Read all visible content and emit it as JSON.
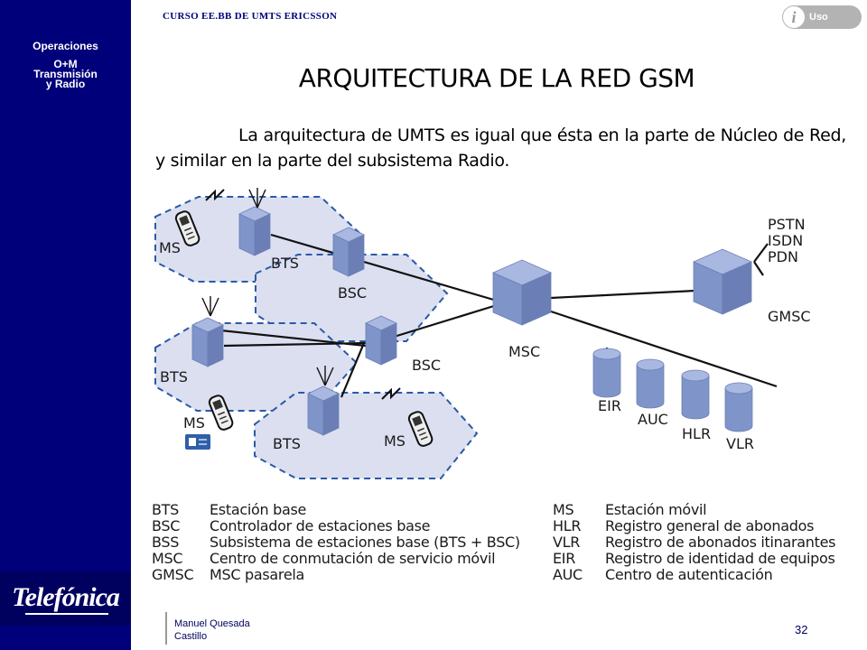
{
  "sidebar": {
    "sections": [
      "Operaciones",
      "O+M",
      "Transmisión",
      "y Radio"
    ],
    "logo": "Telefónica"
  },
  "header": {
    "course": "CURSO EE.BB DE UMTS ERICSSON",
    "classification": "Uso Interno",
    "classification_icon": "info-icon"
  },
  "slide": {
    "title": "ARQUITECTURA DE LA RED GSM",
    "intro": "La arquitectura de UMTS es igual que ésta en la parte de Núcleo de Red, y similar en la parte del subsistema Radio."
  },
  "diagram": {
    "nodes": {
      "ms1": "MS",
      "bts1": "BTS",
      "bsc1": "BSC",
      "bts2": "BTS",
      "bsc2": "BSC",
      "ms2": "MS",
      "bts3": "BTS",
      "ms3": "MS",
      "msc": "MSC",
      "gmsc": "GMSC",
      "pstn": "PSTN",
      "isdn": "ISDN",
      "pdn": "PDN",
      "eir": "EIR",
      "auc": "AUC",
      "hlr": "HLR",
      "vlr": "VLR"
    },
    "colors": {
      "cell_fill": "#dcdff0",
      "cell_border": "#2a5aa6",
      "node_front": "#7f94c8",
      "node_top": "#a9b8e0",
      "node_side": "#6b7fb6",
      "link": "#111111",
      "label": "#1a1a1a"
    }
  },
  "legend": {
    "left": [
      {
        "abbr": "BTS",
        "desc": "Estación base"
      },
      {
        "abbr": "BSC",
        "desc": "Controlador de estaciones base"
      },
      {
        "abbr": "BSS",
        "desc": "Subsistema de estaciones base (BTS + BSC)"
      },
      {
        "abbr": "MSC",
        "desc": "Centro de conmutación de servicio móvil"
      },
      {
        "abbr": "GMSC",
        "desc": "MSC pasarela"
      }
    ],
    "right": [
      {
        "abbr": "MS",
        "desc": "Estación móvil"
      },
      {
        "abbr": "HLR",
        "desc": "Registro general de abonados"
      },
      {
        "abbr": "VLR",
        "desc": "Registro de abonados itinarantes"
      },
      {
        "abbr": "EIR",
        "desc": "Registro de identidad de equipos"
      },
      {
        "abbr": "AUC",
        "desc": "Centro de autenticación"
      }
    ]
  },
  "footer": {
    "author_line1": "Manuel Quesada",
    "author_line2": "Castillo",
    "page": "32"
  }
}
